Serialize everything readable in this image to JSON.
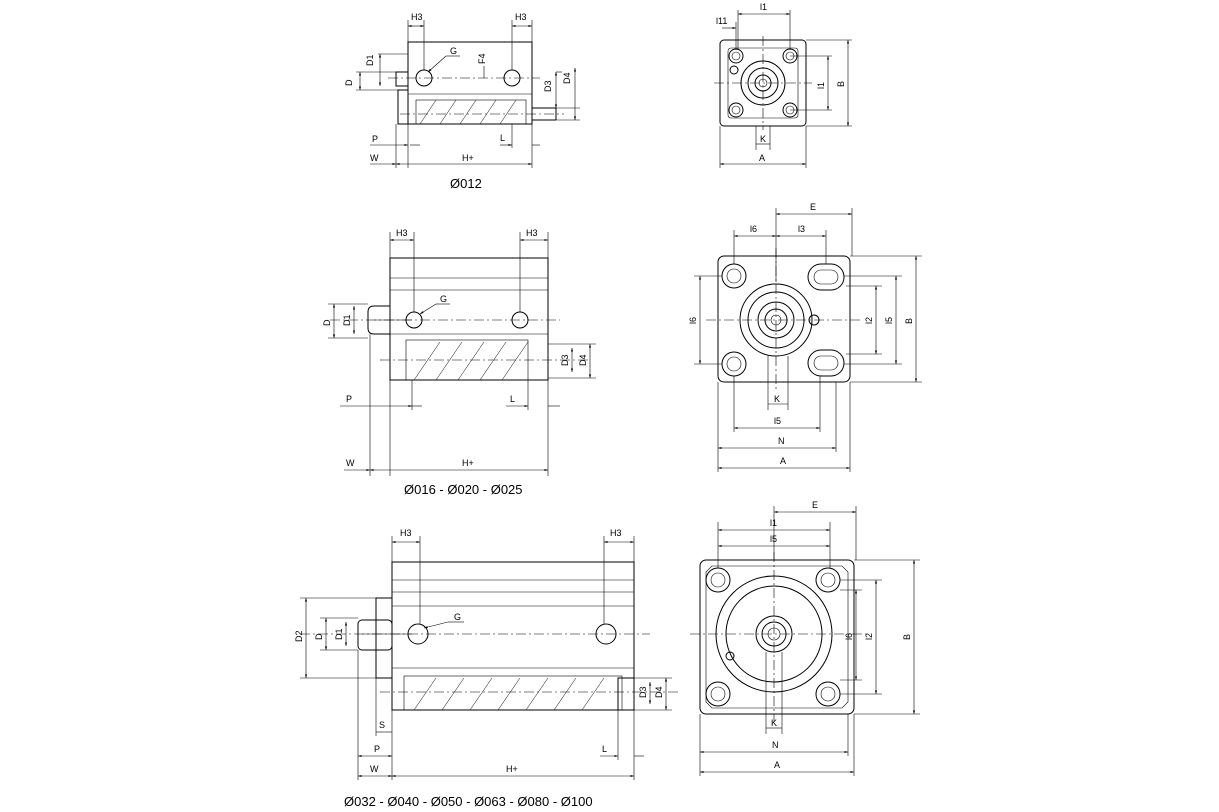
{
  "labels": {
    "H3": "H3",
    "G": "G",
    "F4": "F4",
    "D": "D",
    "D1": "D1",
    "D2": "D2",
    "D3": "D3",
    "D4": "D4",
    "P": "P",
    "W": "W",
    "L": "L",
    "S": "S",
    "Hplus": "H+",
    "A": "A",
    "B": "B",
    "K": "K",
    "N": "N",
    "E": "E",
    "l1": "l1",
    "l11": "l11",
    "l2": "l2",
    "l3": "l3",
    "l5": "l5",
    "l6": "l6"
  },
  "captions": {
    "small": "Ø012",
    "medium": "Ø016 - Ø020 - Ø025",
    "large": "Ø032 - Ø040 - Ø050 - Ø063 - Ø080 - Ø100"
  }
}
